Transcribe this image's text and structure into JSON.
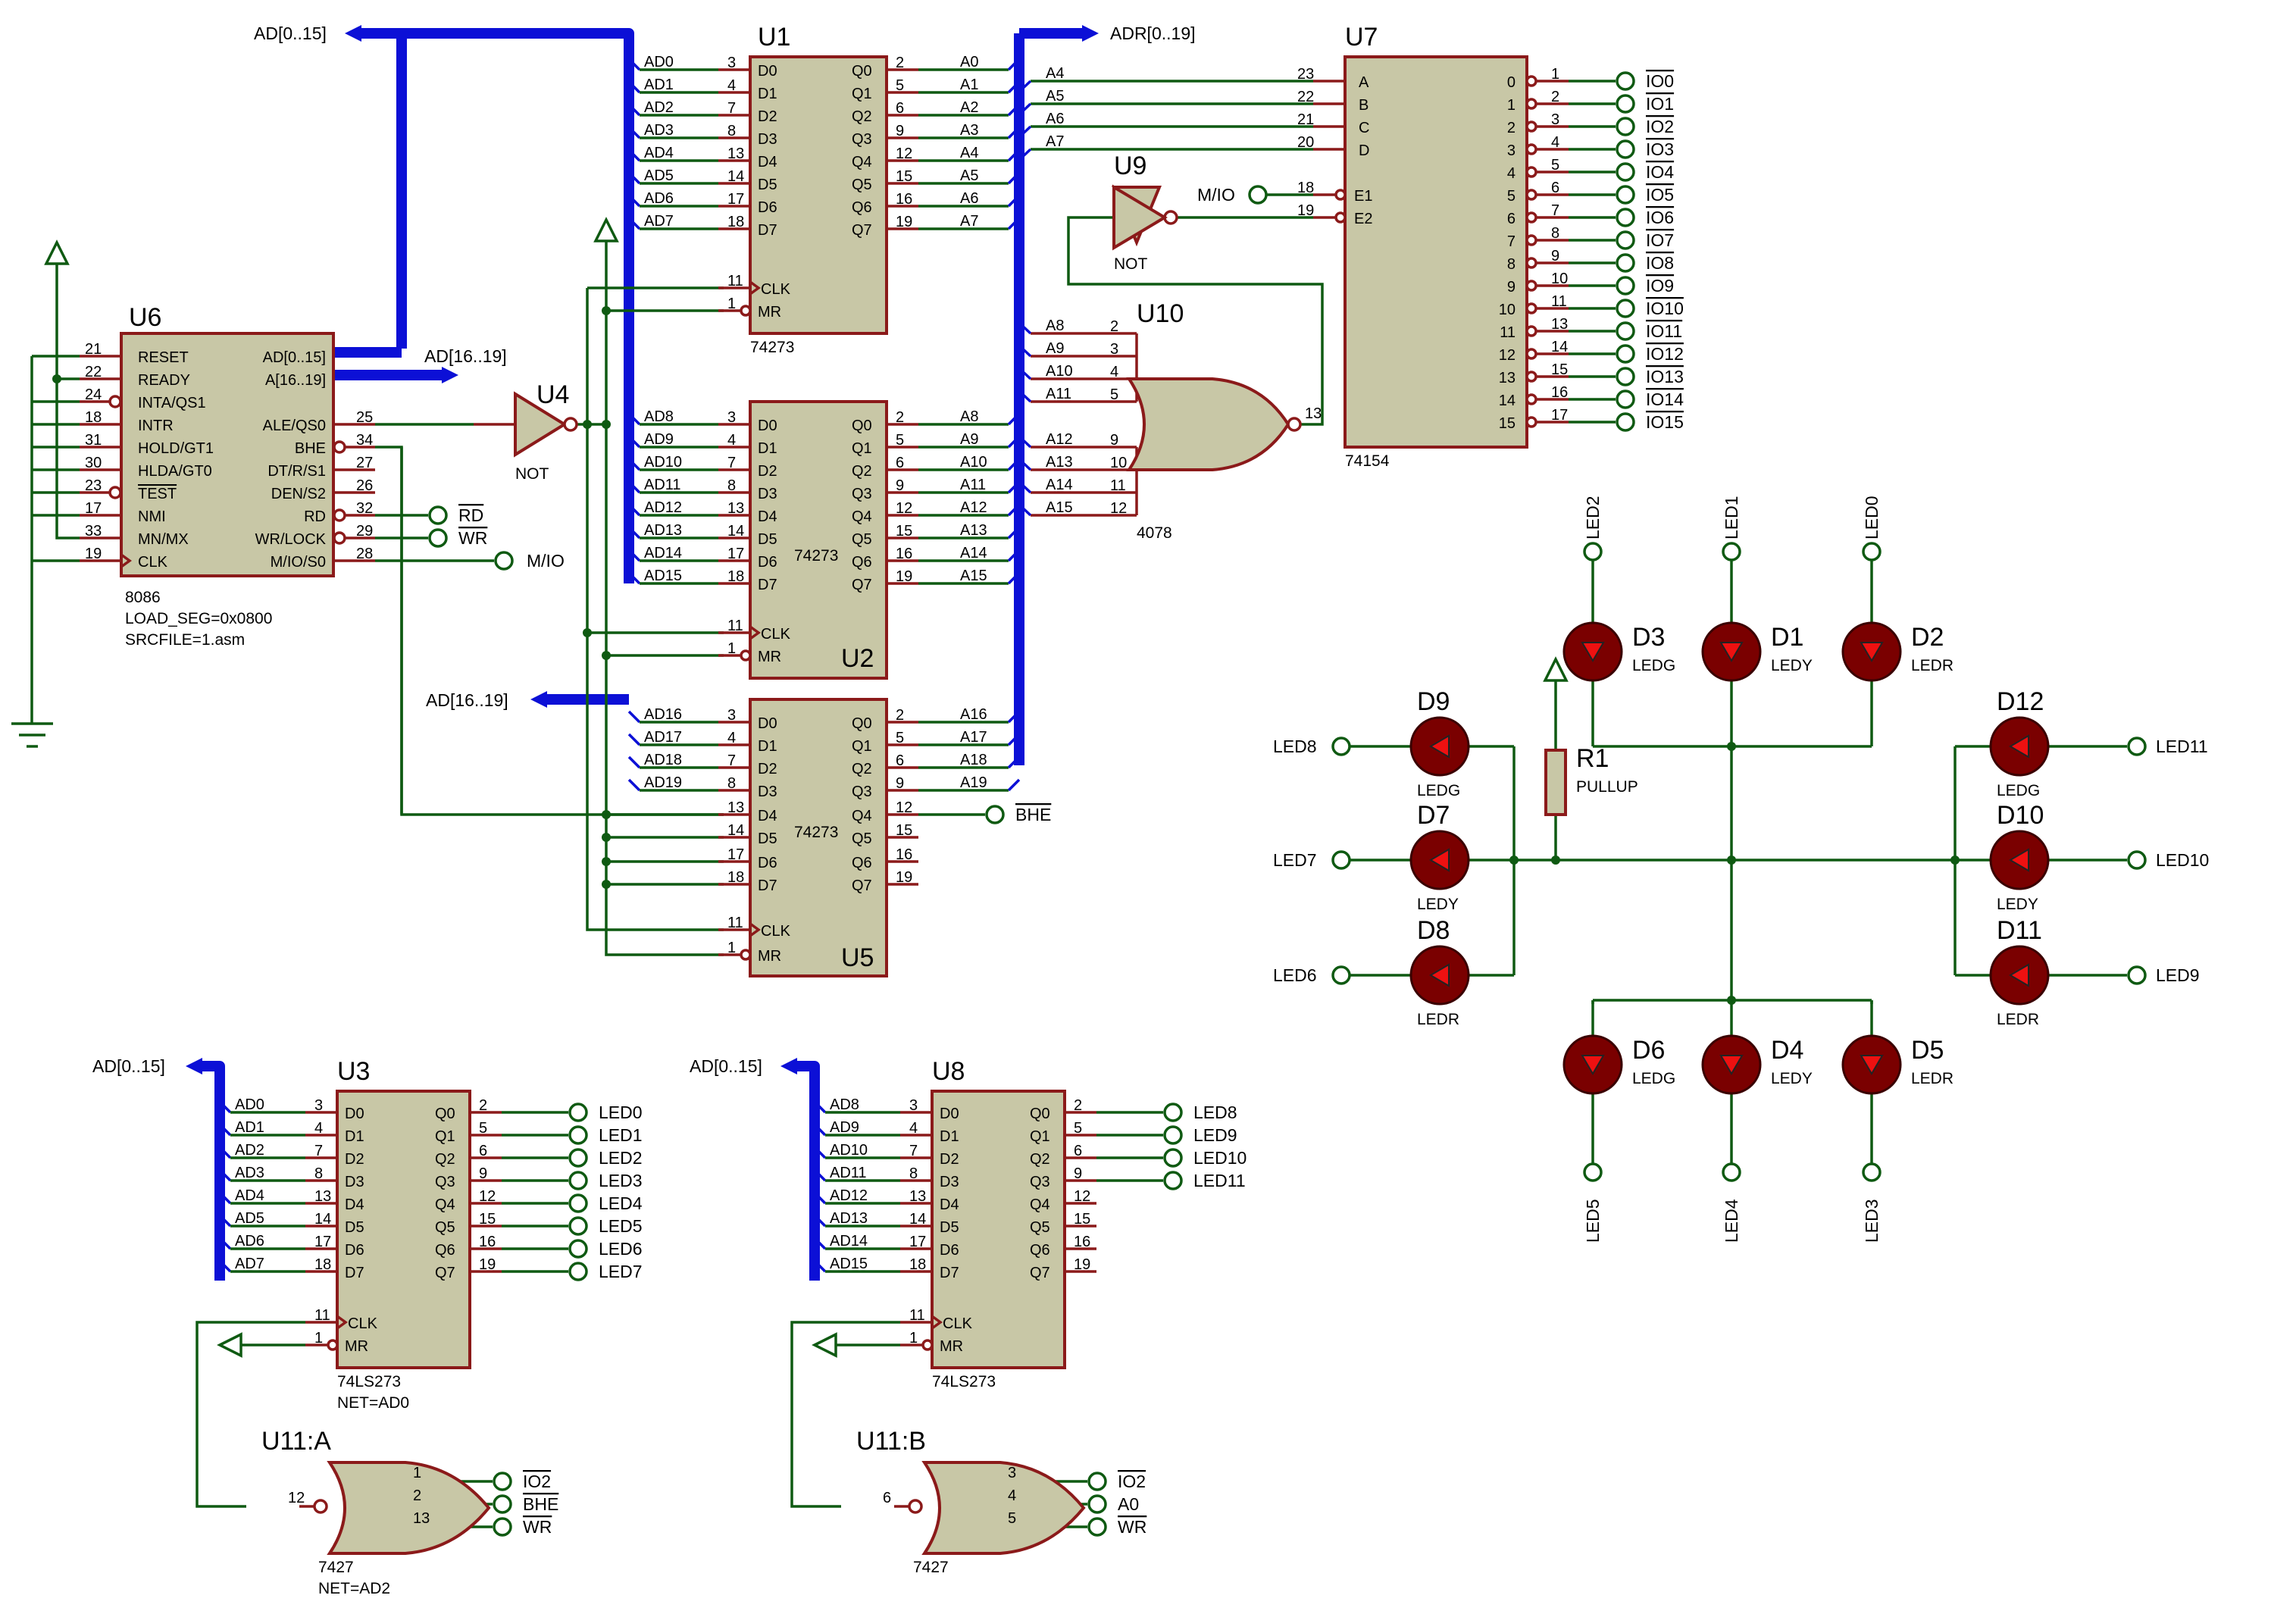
{
  "schematic": {
    "buses": {
      "ad_top": "AD[0..15]",
      "adr": "ADR[0..19]",
      "a1619": "AD[16..19]",
      "ad1619_u5": "AD[16..19]",
      "ad_u3": "AD[0..15]",
      "ad_u8": "AD[0..15]"
    },
    "u6": {
      "ref": "U6",
      "type": "8086",
      "prop1": "LOAD_SEG=0x0800",
      "prop2": "SRCFILE=1.asm",
      "left_pins": [
        {
          "num": "21",
          "name": "RESET"
        },
        {
          "num": "22",
          "name": "READY"
        },
        {
          "num": "24",
          "name": "INTA/QS1"
        },
        {
          "num": "18",
          "name": "INTR"
        },
        {
          "num": "31",
          "name": "HOLD/GT1"
        },
        {
          "num": "30",
          "name": "HLDA/GT0"
        },
        {
          "num": "23",
          "name": "TEST"
        },
        {
          "num": "17",
          "name": "NMI"
        },
        {
          "num": "33",
          "name": "MN/MX"
        },
        {
          "num": "19",
          "name": "CLK"
        }
      ],
      "right_pins": [
        {
          "num": "",
          "name": "AD[0..15]"
        },
        {
          "num": "",
          "name": "A[16..19]"
        },
        {
          "num": "25",
          "name": "ALE/QS0"
        },
        {
          "num": "34",
          "name": "BHE"
        },
        {
          "num": "27",
          "name": "DT/R/S1"
        },
        {
          "num": "26",
          "name": "DEN/S2"
        },
        {
          "num": "32",
          "name": "RD"
        },
        {
          "num": "29",
          "name": "WR/LOCK"
        },
        {
          "num": "28",
          "name": "M/IO/S0"
        }
      ],
      "nets": {
        "rd": "RD",
        "wr": "WR",
        "mio": "M/IO"
      }
    },
    "u4": {
      "ref": "U4",
      "type": "NOT"
    },
    "u9": {
      "ref": "U9",
      "type": "NOT",
      "input_net": "M/IO"
    },
    "u1": {
      "ref": "U1",
      "type": "74273",
      "in_nets": [
        "AD0",
        "AD1",
        "AD2",
        "AD3",
        "AD4",
        "AD5",
        "AD6",
        "AD7"
      ],
      "out_nets": [
        "A0",
        "A1",
        "A2",
        "A3",
        "A4",
        "A5",
        "A6",
        "A7"
      ]
    },
    "u2": {
      "ref": "U2",
      "type": "74273",
      "in_nets": [
        "AD8",
        "AD9",
        "AD10",
        "AD11",
        "AD12",
        "AD13",
        "AD14",
        "AD15"
      ],
      "out_nets": [
        "A8",
        "A9",
        "A10",
        "A11",
        "A12",
        "A13",
        "A14",
        "A15"
      ]
    },
    "u5": {
      "ref": "U5",
      "type": "74273",
      "in_nets": [
        "AD16",
        "AD17",
        "AD18",
        "AD19"
      ],
      "out_nets": [
        "A16",
        "A17",
        "A18",
        "A19"
      ],
      "bhe_net": "BHE"
    },
    "latch_pins": {
      "d_names": [
        "D0",
        "D1",
        "D2",
        "D3",
        "D4",
        "D5",
        "D6",
        "D7"
      ],
      "q_names": [
        "Q0",
        "Q1",
        "Q2",
        "Q3",
        "Q4",
        "Q5",
        "Q6",
        "Q7"
      ],
      "d_nums": [
        "3",
        "4",
        "7",
        "8",
        "13",
        "14",
        "17",
        "18"
      ],
      "q_nums": [
        "2",
        "5",
        "6",
        "9",
        "12",
        "15",
        "16",
        "19"
      ],
      "clk": "CLK",
      "mr": "MR",
      "clk_num": "11",
      "mr_num": "1"
    },
    "u7": {
      "ref": "U7",
      "type": "74154",
      "in_names": [
        "A",
        "B",
        "C",
        "D"
      ],
      "in_nums": [
        "23",
        "22",
        "21",
        "20"
      ],
      "in_nets": [
        "A4",
        "A5",
        "A6",
        "A7"
      ],
      "en_names": [
        "E1",
        "E2"
      ],
      "en_nums": [
        "18",
        "19"
      ],
      "outs": [
        "0",
        "1",
        "2",
        "3",
        "4",
        "5",
        "6",
        "7",
        "8",
        "9",
        "10",
        "11",
        "12",
        "13",
        "14",
        "15"
      ],
      "out_nums": [
        "1",
        "2",
        "3",
        "4",
        "5",
        "6",
        "7",
        "8",
        "9",
        "10",
        "11",
        "13",
        "14",
        "15",
        "16",
        "17"
      ],
      "out_nets": [
        "IO0",
        "IO1",
        "IO2",
        "IO3",
        "IO4",
        "IO5",
        "IO6",
        "IO7",
        "IO8",
        "IO9",
        "IO10",
        "IO11",
        "IO12",
        "IO13",
        "IO14",
        "IO15"
      ]
    },
    "u10": {
      "ref": "U10",
      "type": "4078",
      "in_nets": [
        "A8",
        "A9",
        "A10",
        "A11",
        "A12",
        "A13",
        "A14",
        "A15"
      ],
      "in_nums": [
        "2",
        "3",
        "4",
        "5",
        "9",
        "10",
        "11",
        "12"
      ],
      "out_num": "13"
    },
    "u3": {
      "ref": "U3",
      "type": "74LS273",
      "prop": "NET=AD0",
      "in_nets": [
        "AD0",
        "AD1",
        "AD2",
        "AD3",
        "AD4",
        "AD5",
        "AD6",
        "AD7"
      ],
      "out_nets": [
        "LED0",
        "LED1",
        "LED2",
        "LED3",
        "LED4",
        "LED5",
        "LED6",
        "LED7"
      ]
    },
    "u8": {
      "ref": "U8",
      "type": "74LS273",
      "in_nets": [
        "AD8",
        "AD9",
        "AD10",
        "AD11",
        "AD12",
        "AD13",
        "AD14",
        "AD15"
      ],
      "out_nets": [
        "LED8",
        "LED9",
        "LED10",
        "LED11"
      ]
    },
    "u11a": {
      "ref": "U11:A",
      "type": "7427",
      "prop": "NET=AD2",
      "out_num": "12",
      "in_nums": [
        "1",
        "2",
        "13"
      ],
      "in_nets": [
        "IO2",
        "BHE",
        "WR"
      ]
    },
    "u11b": {
      "ref": "U11:B",
      "type": "7427",
      "out_num": "6",
      "in_nums": [
        "3",
        "4",
        "5"
      ],
      "in_nets": [
        "IO2",
        "A0",
        "WR"
      ]
    },
    "r1": {
      "ref": "R1",
      "value": "PULLUP"
    },
    "leds": [
      {
        "ref": "D3",
        "type": "LEDG",
        "net": "LED2"
      },
      {
        "ref": "D1",
        "type": "LEDY",
        "net": "LED1"
      },
      {
        "ref": "D2",
        "type": "LEDR",
        "net": "LED0"
      },
      {
        "ref": "D9",
        "type": "LEDG",
        "net": "LED8"
      },
      {
        "ref": "D7",
        "type": "LEDY",
        "net": "LED7"
      },
      {
        "ref": "D8",
        "type": "LEDR",
        "net": "LED6"
      },
      {
        "ref": "D12",
        "type": "LEDG",
        "net": "LED11"
      },
      {
        "ref": "D10",
        "type": "LEDY",
        "net": "LED10"
      },
      {
        "ref": "D11",
        "type": "LEDR",
        "net": "LED9"
      },
      {
        "ref": "D6",
        "type": "LEDG",
        "net": "LED5"
      },
      {
        "ref": "D4",
        "type": "LEDY",
        "net": "LED4"
      },
      {
        "ref": "D5",
        "type": "LEDR",
        "net": "LED3"
      }
    ]
  }
}
